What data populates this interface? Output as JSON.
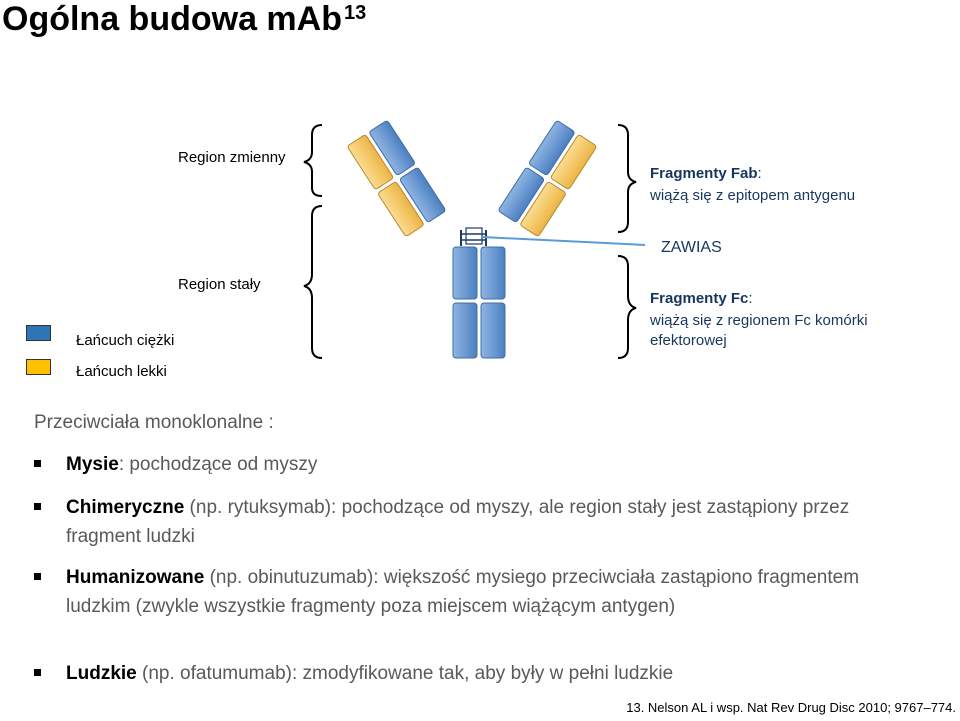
{
  "title": {
    "main": "Ogólna budowa mAb",
    "superscript": "13"
  },
  "diagram": {
    "labels": {
      "region_variable": "Region zmienny",
      "region_constant": "Region stały",
      "fab_title": "Fragmenty Fab",
      "fab_colon": ":",
      "fab_desc": "wiążą się z epitopem antygenu",
      "hinge": "ZAWIAS",
      "fc_title": "Fragmenty Fc",
      "fc_colon": ":",
      "fc_desc_line1": "wiążą się z regionem Fc komórki",
      "fc_desc_line2": "efektorowej"
    },
    "legend": {
      "heavy_chain": "Łańcuch ciężki",
      "light_chain": "Łańcuch lekki"
    },
    "colors": {
      "heavy_chain": "#5b8fc9",
      "light_chain": "#f5c55a",
      "heavy_legend": "#2e75b6",
      "light_legend": "#ffc000",
      "hinge_line": "#5b9bd5"
    }
  },
  "content": {
    "heading": "Przeciwciała monoklonalne :",
    "items": [
      {
        "bold": "Mysie",
        "rest": ": pochodzące od myszy"
      },
      {
        "bold": "Chimeryczne",
        "rest": " (np. rytuksymab): pochodzące od myszy, ale region stały jest zastąpiony przez fragment  ludzki"
      },
      {
        "bold": "Humanizowane",
        "rest": " (np. obinutuzumab): większość mysiego przeciwciała zastąpiono fragmentem ludzkim (zwykle wszystkie fragmenty poza miejscem wiążącym antygen)"
      },
      {
        "bold": "Ludzkie",
        "rest": " (np. ofatumumab): zmodyfikowane tak, aby były w pełni ludzkie"
      }
    ]
  },
  "citation": "13. Nelson AL i wsp. Nat Rev Drug Disc 2010; 9767–774."
}
